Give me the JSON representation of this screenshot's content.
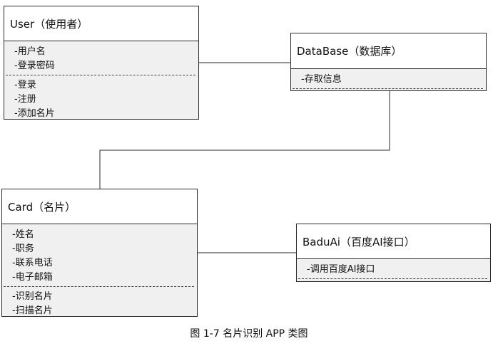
{
  "classes": {
    "user": {
      "name": "User（使用者）",
      "attributes": [
        "-用户名",
        "-登录密码"
      ],
      "methods": [
        "-登录",
        "-注册",
        "-添加名片"
      ]
    },
    "database": {
      "name": "DataBase（数据库）",
      "attributes": [
        "-存取信息"
      ],
      "methods": []
    },
    "card": {
      "name": "Card（名片）",
      "attributes": [
        "-姓名",
        "-职务",
        "-联系电话",
        "-电子邮箱"
      ],
      "methods": [
        "-识别名片",
        "-扫描名片"
      ]
    },
    "baiduai": {
      "name": "BaduAi（百度AI接口）",
      "attributes": [
        "-调用百度AI接口"
      ],
      "methods": []
    }
  },
  "caption": "图  1-7  名片识别 APP 类图",
  "colors": {
    "border": "#2a2a2a",
    "body_fill": "#f0f0f0",
    "header_fill": "#ffffff"
  }
}
